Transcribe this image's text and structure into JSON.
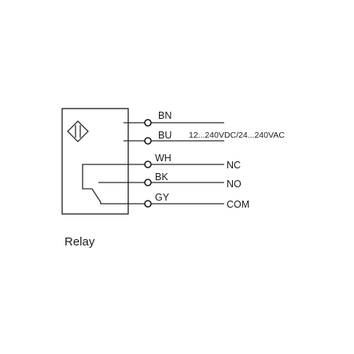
{
  "terminals": [
    {
      "code": "BN"
    },
    {
      "code": "BU",
      "supply": "12...240VDC/24...240VAC"
    },
    {
      "code": "WH",
      "function": "NC"
    },
    {
      "code": "BK",
      "function": "NO"
    },
    {
      "code": "GY",
      "function": "COM"
    }
  ],
  "caption": "Relay",
  "colors": {
    "line": "#2a2a2a",
    "text": "#1a1a1a"
  }
}
